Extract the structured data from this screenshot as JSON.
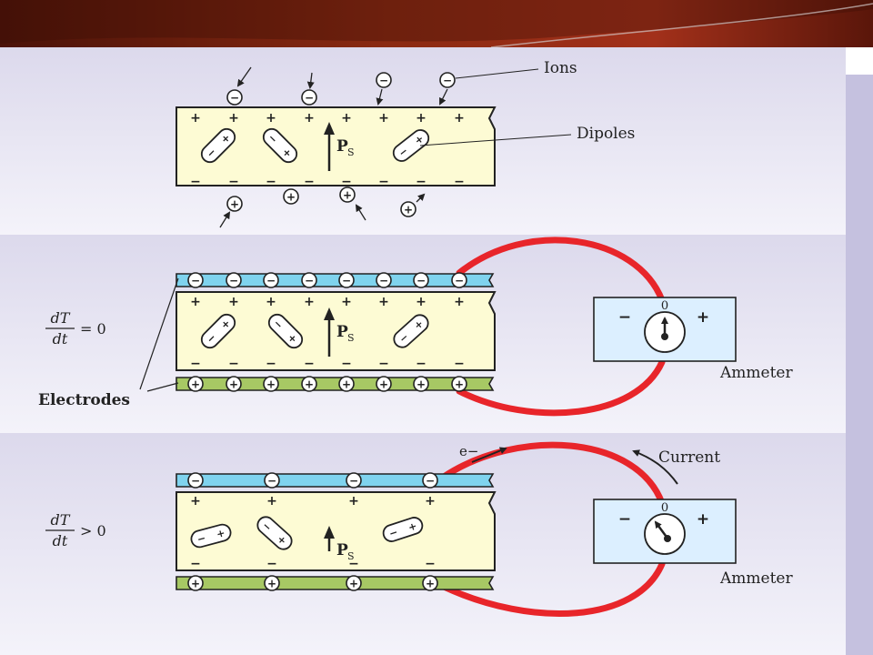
{
  "labels": {
    "ions": "Ions",
    "dipoles": "Dipoles",
    "electrodes": "Electrodes",
    "ammeter": "Ammeter",
    "current": "Current",
    "electron": "e−",
    "ps_main": "P",
    "ps_sub": "S",
    "zero": "0",
    "minus": "−",
    "plus": "+"
  },
  "equations": {
    "num": "dT",
    "den": "dt",
    "eq_zero": "= 0",
    "gt_zero": "> 0"
  },
  "colors": {
    "crystal": "#fdfbd4",
    "top_electrode": "#7fd3ee",
    "bottom_electrode": "#a7c864",
    "wire": "#e8252a",
    "ammeter_box": "#dcefff",
    "header": "#8b1f10"
  }
}
